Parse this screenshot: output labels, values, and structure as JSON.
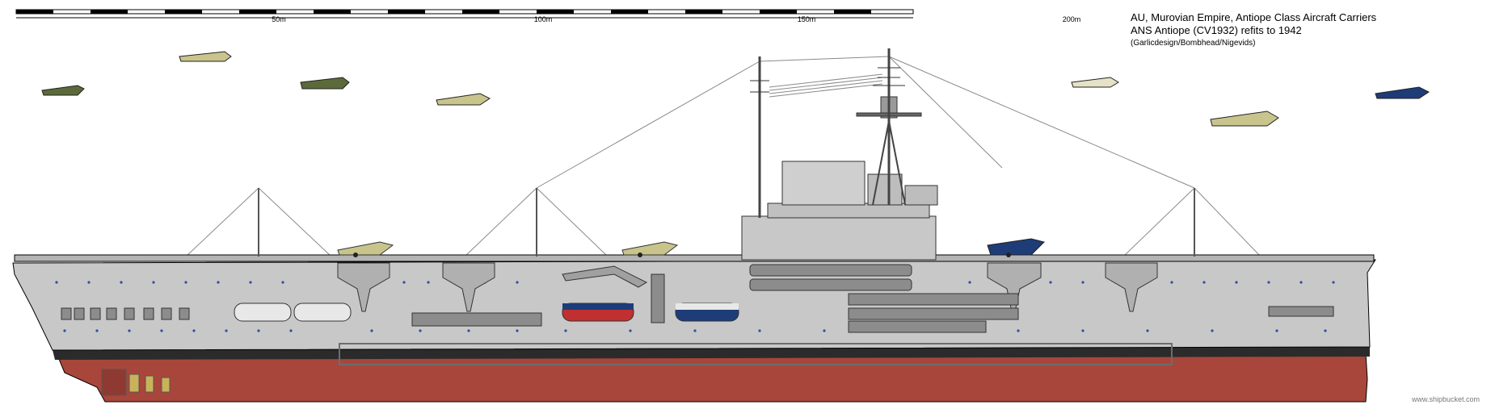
{
  "scale": {
    "labels": [
      "50m",
      "100m",
      "150m",
      "200m"
    ]
  },
  "title": {
    "line1": "AU, Murovian Empire, Antiope Class Aircraft Carriers",
    "line2": "ANS Antiope (CV1932) refits to 1942",
    "credit": "(Garlicdesign/Bombhead/Nigevids)"
  },
  "footer": "www.shipbucket.com",
  "colors": {
    "hull_grey": "#c8c8c8",
    "lower_hull_red": "#a8463c",
    "boot_topping": "#2b2b2b",
    "portholes": "#2f4f9f",
    "rigging": "#8a8a8a",
    "hangar_openings": "#5b5b5b",
    "aircraft_camouflage": [
      "#5c6a3a",
      "#c9c48c",
      "#1e3c78"
    ]
  }
}
